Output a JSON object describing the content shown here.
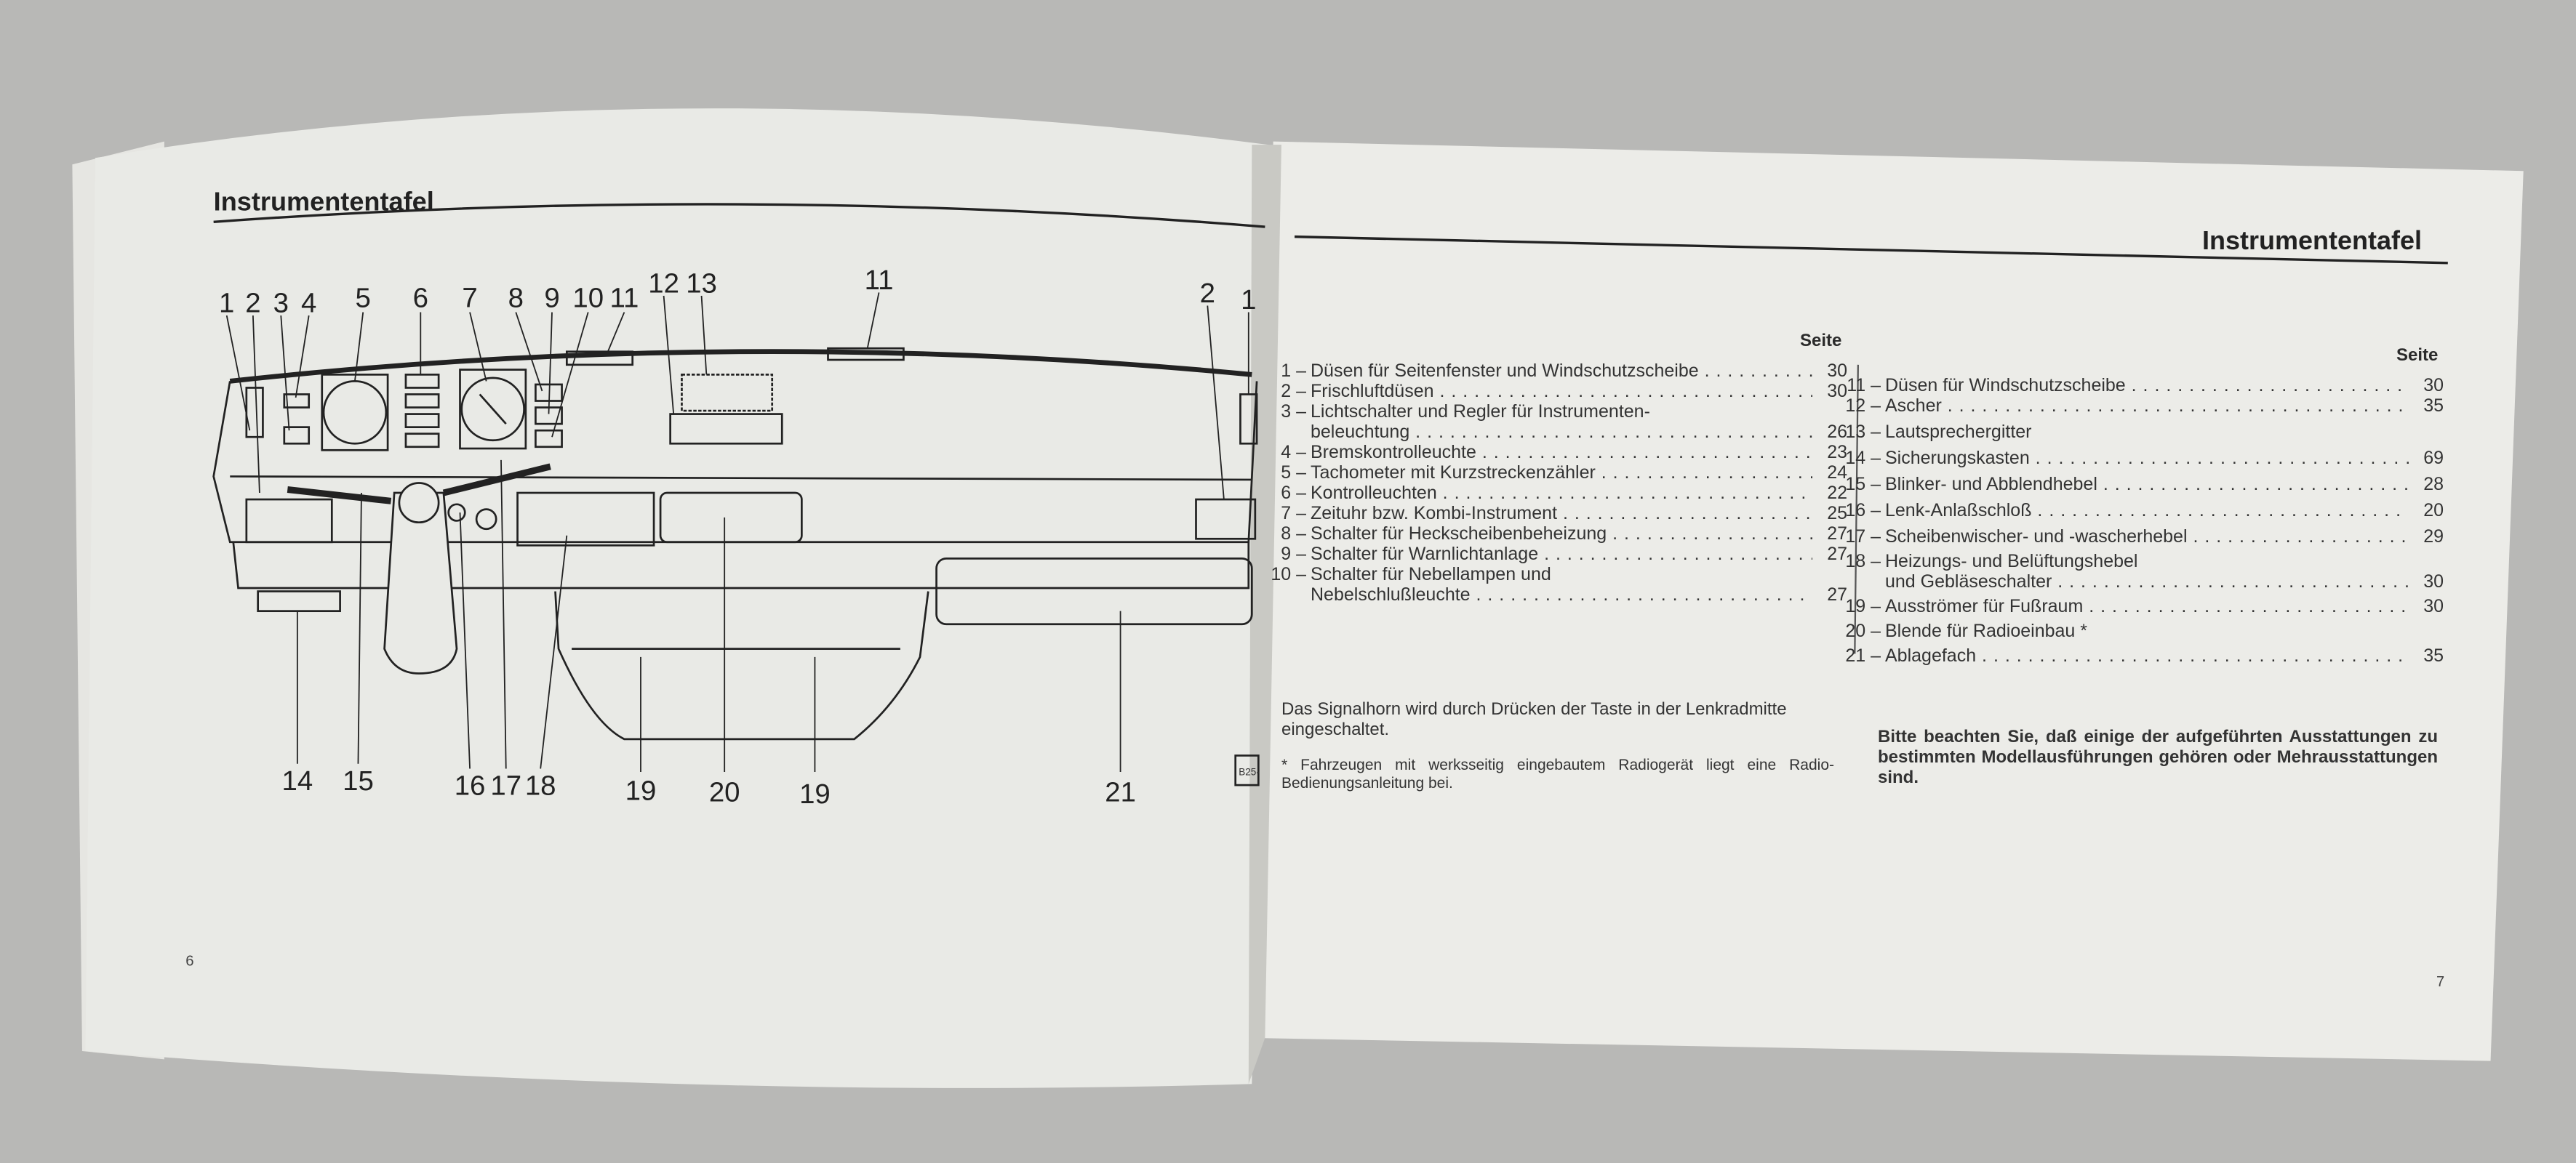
{
  "left_page": {
    "title": "Instrumententafel",
    "page_number": "6",
    "diagram_code": "B25-",
    "callouts_top": [
      "1",
      "2",
      "3",
      "4",
      "5",
      "6",
      "7",
      "8",
      "9",
      "10",
      "11",
      "12",
      "13",
      "11",
      "2",
      "1"
    ],
    "callouts_bottom": [
      "14",
      "15",
      "16",
      "17",
      "18",
      "19",
      "20",
      "19",
      "21"
    ]
  },
  "right_page": {
    "title": "Instrumententafel",
    "page_number": "7",
    "seite_label": "Seite",
    "left_column": [
      {
        "num": "1 –",
        "text": "Düsen für Seitenfenster und Windschutzscheibe",
        "page": "30"
      },
      {
        "num": "2 –",
        "text": "Frischluftdüsen",
        "page": "30"
      },
      {
        "num": "3 –",
        "text": "Lichtschalter und Regler für Instrumenten-",
        "text2": "beleuchtung",
        "page": "26"
      },
      {
        "num": "4 –",
        "text": "Bremskontrolleuchte",
        "page": "23"
      },
      {
        "num": "5 –",
        "text": "Tachometer mit Kurzstreckenzähler",
        "page": "24"
      },
      {
        "num": "6 –",
        "text": "Kontrolleuchten",
        "page": "22"
      },
      {
        "num": "7 –",
        "text": "Zeituhr bzw. Kombi-Instrument",
        "page": "25"
      },
      {
        "num": "8 –",
        "text": "Schalter für Heckscheibenbeheizung",
        "page": "27"
      },
      {
        "num": "9 –",
        "text": "Schalter für Warnlichtanlage",
        "page": "27"
      },
      {
        "num": "10 –",
        "text": "Schalter für Nebellampen und",
        "text2": "Nebelschlußleuchte",
        "page": "27"
      }
    ],
    "right_column": [
      {
        "num": "11 –",
        "text": "Düsen für Windschutzscheibe",
        "page": "30"
      },
      {
        "num": "12 –",
        "text": "Ascher",
        "page": "35"
      },
      {
        "num": "13 –",
        "text": "Lautsprechergitter",
        "page": ""
      },
      {
        "num": "14 –",
        "text": "Sicherungskasten",
        "page": "69"
      },
      {
        "num": "15 –",
        "text": "Blinker- und Abblendhebel",
        "page": "28"
      },
      {
        "num": "16 –",
        "text": "Lenk-Anlaßschloß",
        "page": "20"
      },
      {
        "num": "17 –",
        "text": "Scheibenwischer- und -wascherhebel",
        "page": "29"
      },
      {
        "num": "18 –",
        "text": "Heizungs- und Belüftungshebel",
        "text2": "und Gebläseschalter",
        "page": "30"
      },
      {
        "num": "19 –",
        "text": "Ausströmer für Fußraum",
        "page": "30"
      },
      {
        "num": "20 –",
        "text": "Blende für Radioeinbau *",
        "page": ""
      },
      {
        "num": "21 –",
        "text": "Ablagefach",
        "page": "35"
      }
    ],
    "horn_note": "Das Signalhorn wird durch Drücken der Taste in der Lenkradmitte eingeschaltet.",
    "footnote": "* Fahrzeugen mit werksseitig eingebautem Radiogerät liegt eine Radio-Bedienungsanleitung bei.",
    "notice": "Bitte beachten Sie, daß einige der aufgeführten Ausstattungen zu bestimmten Modellausführungen gehören oder Mehrausstattungen sind."
  }
}
